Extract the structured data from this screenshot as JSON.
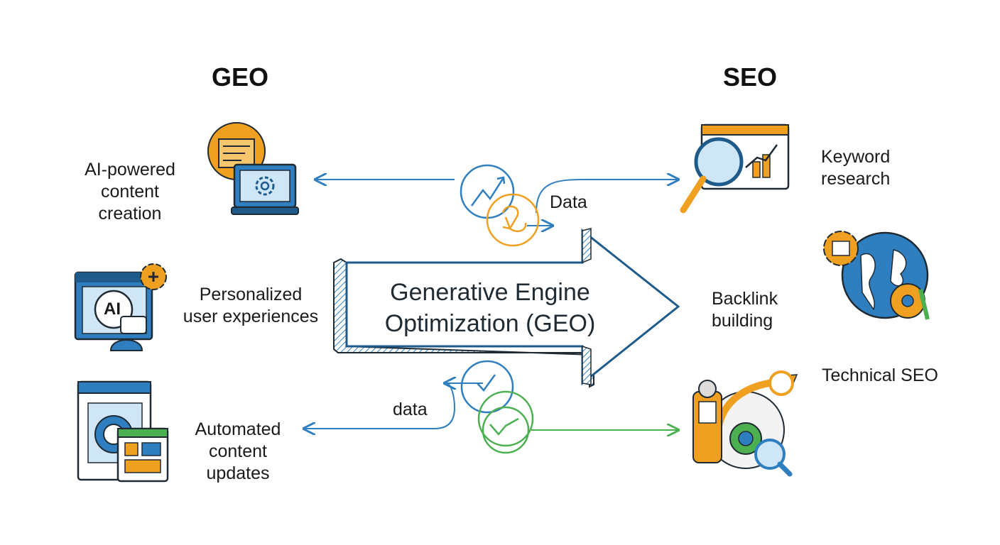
{
  "left_heading": "GEO",
  "right_heading": "SEO",
  "center": {
    "line1": "Generative Engine",
    "line2": "Optimization (GEO)"
  },
  "geo_items": [
    {
      "lines": [
        "AI-powered",
        "content",
        "creation"
      ],
      "icon": "ai-content-creation-icon"
    },
    {
      "lines": [
        "Personalized",
        "user experiences"
      ],
      "icon": "ai-chat-personalization-icon",
      "badge": "AI"
    },
    {
      "lines": [
        "Automated",
        "content",
        "updates"
      ],
      "icon": "automated-updates-window-icon"
    }
  ],
  "seo_items": [
    {
      "lines": [
        "Keyword",
        "research"
      ],
      "icon": "magnifier-chart-icon"
    },
    {
      "lines": [
        "Backlink",
        "building"
      ],
      "icon": "globe-network-icon"
    },
    {
      "lines": [
        "Technical SEO"
      ],
      "icon": "technical-gears-growth-icon"
    }
  ],
  "flow_labels": {
    "top": "Data",
    "bottom": "data"
  },
  "colors": {
    "blue": "#2f7fc0",
    "dark_blue": "#1e5a8a",
    "orange": "#f0a020",
    "green": "#4caf50",
    "outline": "#1f2a33",
    "light_blue": "#cfe6f7"
  }
}
